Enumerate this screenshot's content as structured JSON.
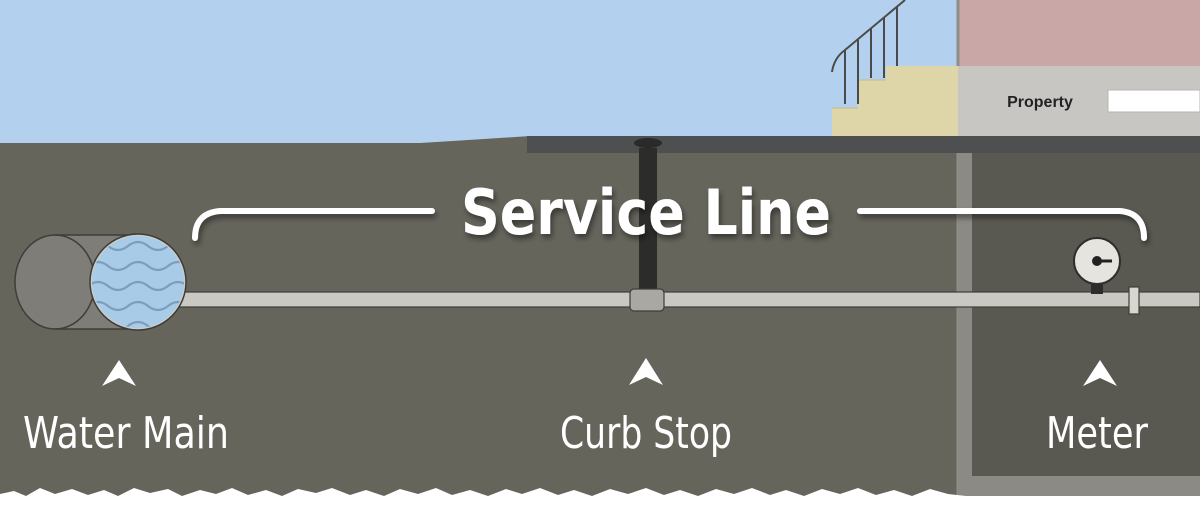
{
  "diagram": {
    "title": "Service Line",
    "property_label": "Property",
    "labels": {
      "water_main": "Water Main",
      "curb_stop": "Curb Stop",
      "meter": "Meter"
    },
    "colors": {
      "sky": "#b3d1ee",
      "soil": "#66655c",
      "basement_soil": "#5a5951",
      "pipe": "#c9c8c2",
      "house_wall": "#c9a7a6",
      "foundation": "#c8c6c3",
      "steps": "#ded6a8",
      "street": "#4e4f50",
      "water": "#a8cbe8",
      "text": "#ffffff"
    }
  }
}
